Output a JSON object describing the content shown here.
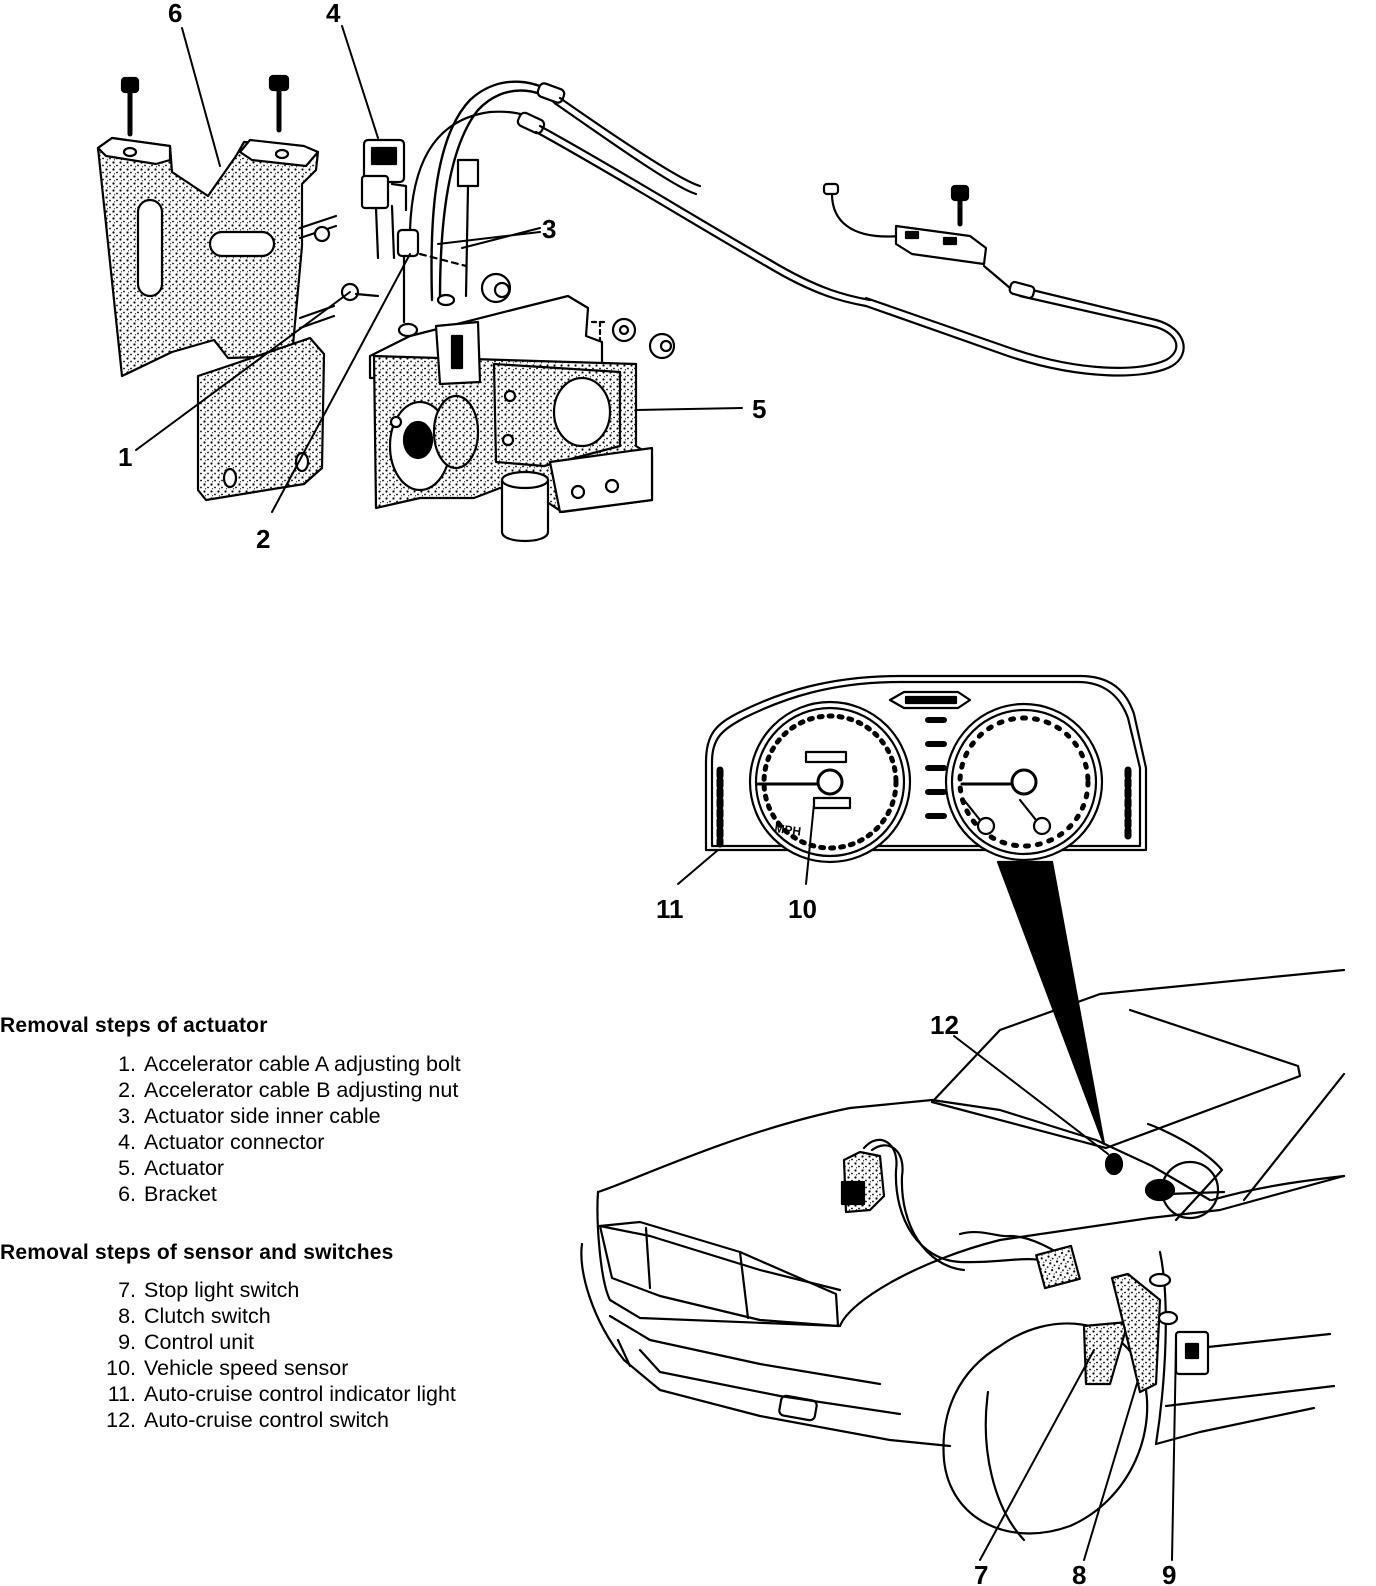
{
  "callouts": {
    "c1": "1",
    "c2": "2",
    "c3": "3",
    "c4": "4",
    "c5": "5",
    "c6": "6",
    "c7": "7",
    "c8": "8",
    "c9": "9",
    "c10": "10",
    "c11": "11",
    "c12": "12"
  },
  "gauge_text": {
    "speedo_unit": "MPH"
  },
  "legend": {
    "actuator": {
      "heading": "Removal steps of actuator",
      "items": [
        {
          "num": "1.",
          "text": "Accelerator cable A adjusting bolt"
        },
        {
          "num": "2.",
          "text": "Accelerator cable B adjusting nut"
        },
        {
          "num": "3.",
          "text": "Actuator side inner cable"
        },
        {
          "num": "4.",
          "text": "Actuator connector"
        },
        {
          "num": "5.",
          "text": "Actuator"
        },
        {
          "num": "6.",
          "text": "Bracket"
        }
      ]
    },
    "sensors": {
      "heading": "Removal steps of sensor and switches",
      "items": [
        {
          "num": "7.",
          "text": "Stop light switch"
        },
        {
          "num": "8.",
          "text": "Clutch switch"
        },
        {
          "num": "9.",
          "text": "Control unit"
        },
        {
          "num": "10.",
          "text": "Vehicle speed sensor"
        },
        {
          "num": "11.",
          "text": "Auto-cruise control indicator light"
        },
        {
          "num": "12.",
          "text": "Auto-cruise control switch"
        }
      ]
    }
  }
}
